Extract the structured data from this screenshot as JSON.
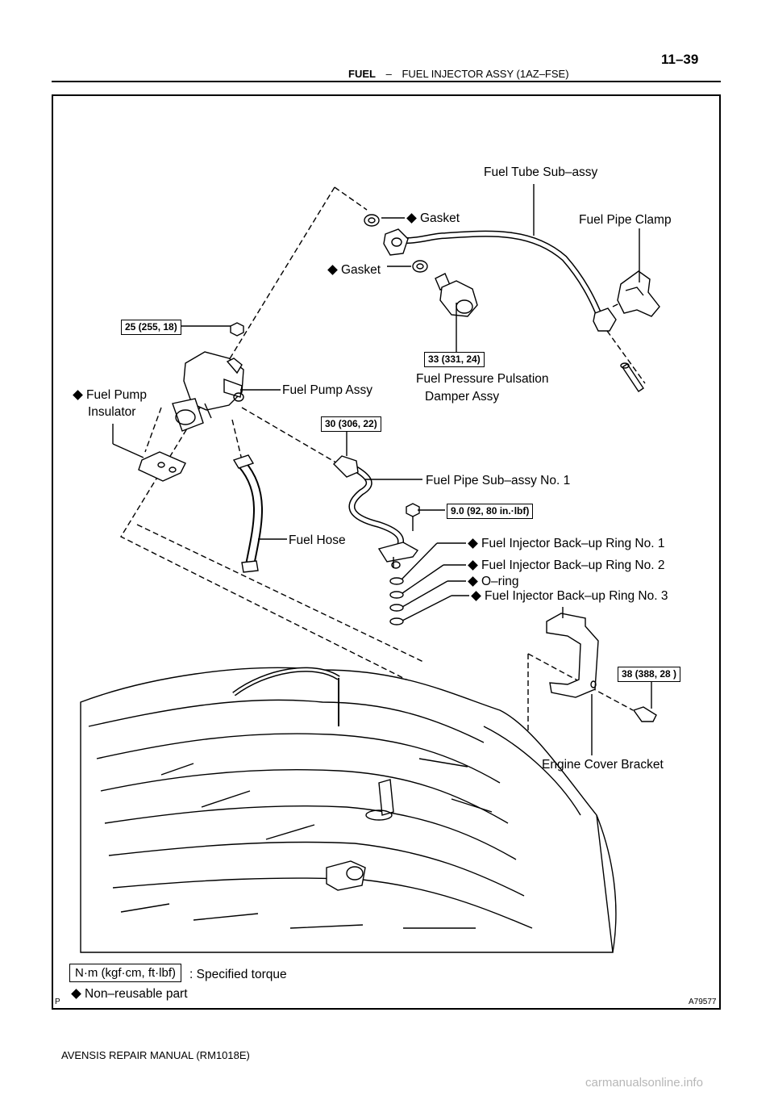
{
  "header": {
    "section": "FUEL",
    "separator": "–",
    "subtitle": "FUEL INJECTOR ASSY (1AZ–FSE)",
    "page_number": "11–39"
  },
  "labels": {
    "fuel_tube": "Fuel Tube Sub–assy",
    "gasket_top": "Gasket",
    "fuel_pipe_clamp": "Fuel Pipe Clamp",
    "gasket_mid": "Gasket",
    "fuel_pump_insulator_l1": "Fuel Pump",
    "fuel_pump_insulator_l2": "Insulator",
    "fuel_pump_assy": "Fuel Pump Assy",
    "pulsation_damper_l1": "Fuel Pressure Pulsation",
    "pulsation_damper_l2": "Damper Assy",
    "fuel_pipe_no1": "Fuel Pipe Sub–assy No. 1",
    "fuel_hose": "Fuel Hose",
    "backup_ring_1": "Fuel Injector Back–up Ring No. 1",
    "backup_ring_2": "Fuel Injector Back–up Ring No. 2",
    "o_ring": "O–ring",
    "backup_ring_3": "Fuel Injector Back–up Ring No. 3",
    "engine_cover_bracket": "Engine Cover Bracket"
  },
  "torques": {
    "t25": "25 (255, 18)",
    "t33": "33 (331, 24)",
    "t30": "30 (306, 22)",
    "t9": "9.0 (92, 80 in.·lbf)",
    "t38": "38 (388, 28 )"
  },
  "legend": {
    "torque_unit": "N·m (kgf·cm, ft·lbf)",
    "torque_desc": ": Specified torque",
    "non_reusable": "Non–reusable part"
  },
  "figure_id": "A79577",
  "corner_mark": "P",
  "footer": "AVENSIS REPAIR MANUAL   (RM1018E)",
  "watermark": "carmanualsonline.info"
}
